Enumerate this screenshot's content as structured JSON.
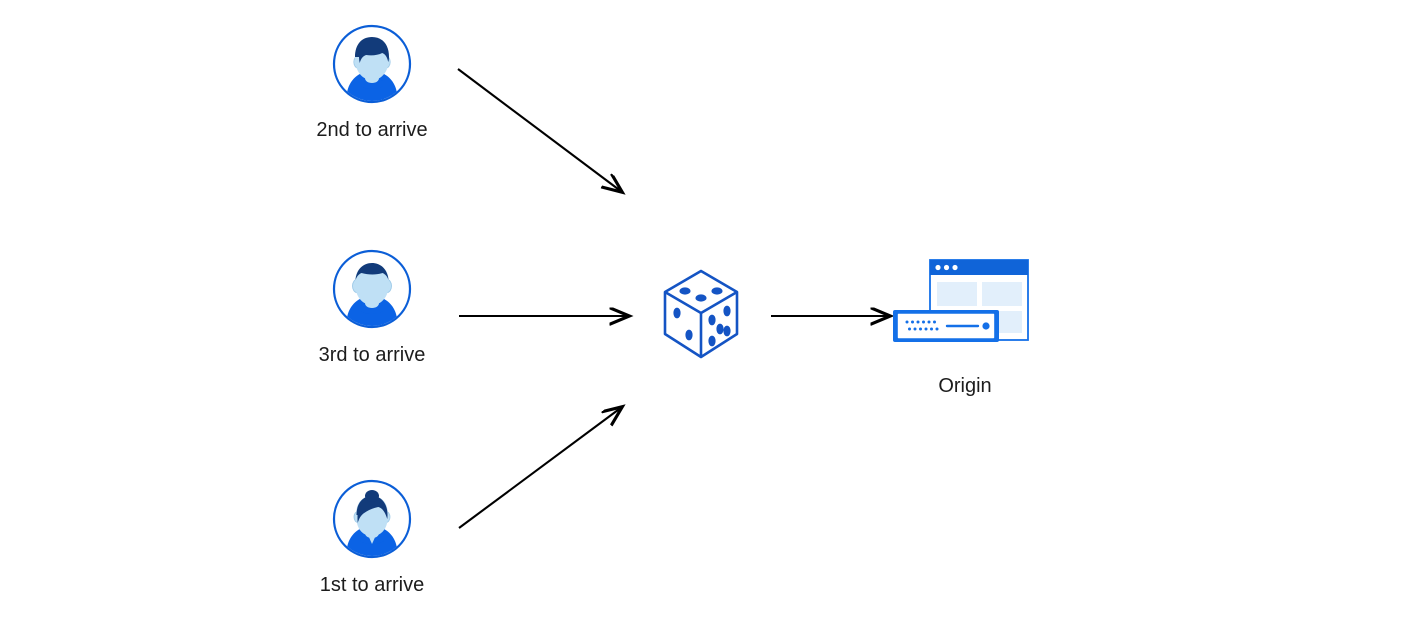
{
  "diagram": {
    "title": "Request ordering to origin via randomizer",
    "background_color": "#ffffff",
    "text_color": "#1c1c1c",
    "accent_blue": "#0b5ed7",
    "accent_blue_dark": "#123b7a",
    "accent_blue_light": "#bfe0f5",
    "arrow_color": "#000000"
  },
  "nodes": {
    "person_top": {
      "icon": "user-avatar-icon",
      "label": "2nd to arrive"
    },
    "person_middle": {
      "icon": "user-avatar-icon",
      "label": "3rd to arrive"
    },
    "person_bottom": {
      "icon": "user-avatar-icon",
      "label": "1st to arrive"
    },
    "randomizer": {
      "icon": "dice-icon",
      "label": "",
      "faces": {
        "top_pips": 3,
        "left_pips": 2,
        "right_pips": 5
      }
    },
    "origin": {
      "icon": "origin-server-icon",
      "label": "Origin",
      "window_dots": 3
    }
  },
  "connections": [
    {
      "name": "arrow-person-top-to-dice",
      "from": "person_top",
      "to": "randomizer",
      "style": "solid-arrow"
    },
    {
      "name": "arrow-person-middle-to-dice",
      "from": "person_middle",
      "to": "randomizer",
      "style": "solid-arrow"
    },
    {
      "name": "arrow-person-bottom-to-dice",
      "from": "person_bottom",
      "to": "randomizer",
      "style": "solid-arrow"
    },
    {
      "name": "arrow-dice-to-origin",
      "from": "randomizer",
      "to": "origin",
      "style": "solid-arrow"
    }
  ]
}
